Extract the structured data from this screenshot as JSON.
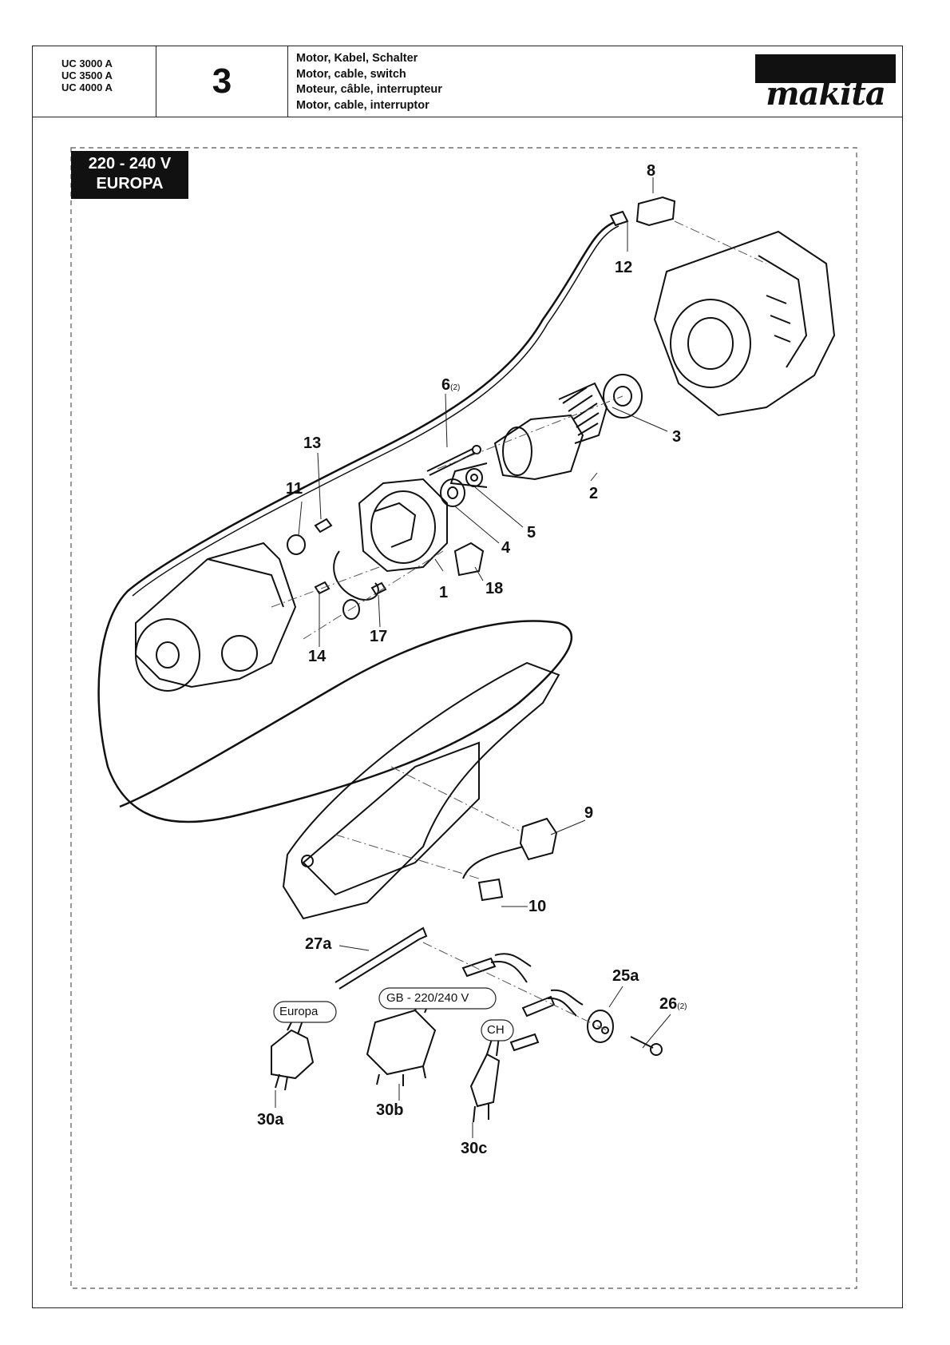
{
  "header": {
    "models": [
      "UC 3000 A",
      "UC 3500 A",
      "UC 4000 A"
    ],
    "page_number": "3",
    "titles": [
      "Motor, Kabel, Schalter",
      "Motor, cable, switch",
      "Moteur, câble, interrupteur",
      "Motor, cable, interruptor"
    ],
    "logo_text": "makita"
  },
  "region_badge": {
    "line1": "220 - 240 V",
    "line2": "EUROPA"
  },
  "part_labels": {
    "p8": "8",
    "p12": "12",
    "p6": "6",
    "p6_qty": "(2)",
    "p3": "3",
    "p13": "13",
    "p11": "11",
    "p2": "2",
    "p5": "5",
    "p4": "4",
    "p1": "1",
    "p18": "18",
    "p17": "17",
    "p14": "14",
    "p9": "9",
    "p10": "10",
    "p27a": "27a",
    "p25a": "25a",
    "p26": "26",
    "p26_qty": "(2)",
    "p30a": "30a",
    "p30b": "30b",
    "p30c": "30c"
  },
  "plug_tags": {
    "europa": "Europa",
    "gb": "GB - 220/240 V",
    "ch": "CH"
  }
}
